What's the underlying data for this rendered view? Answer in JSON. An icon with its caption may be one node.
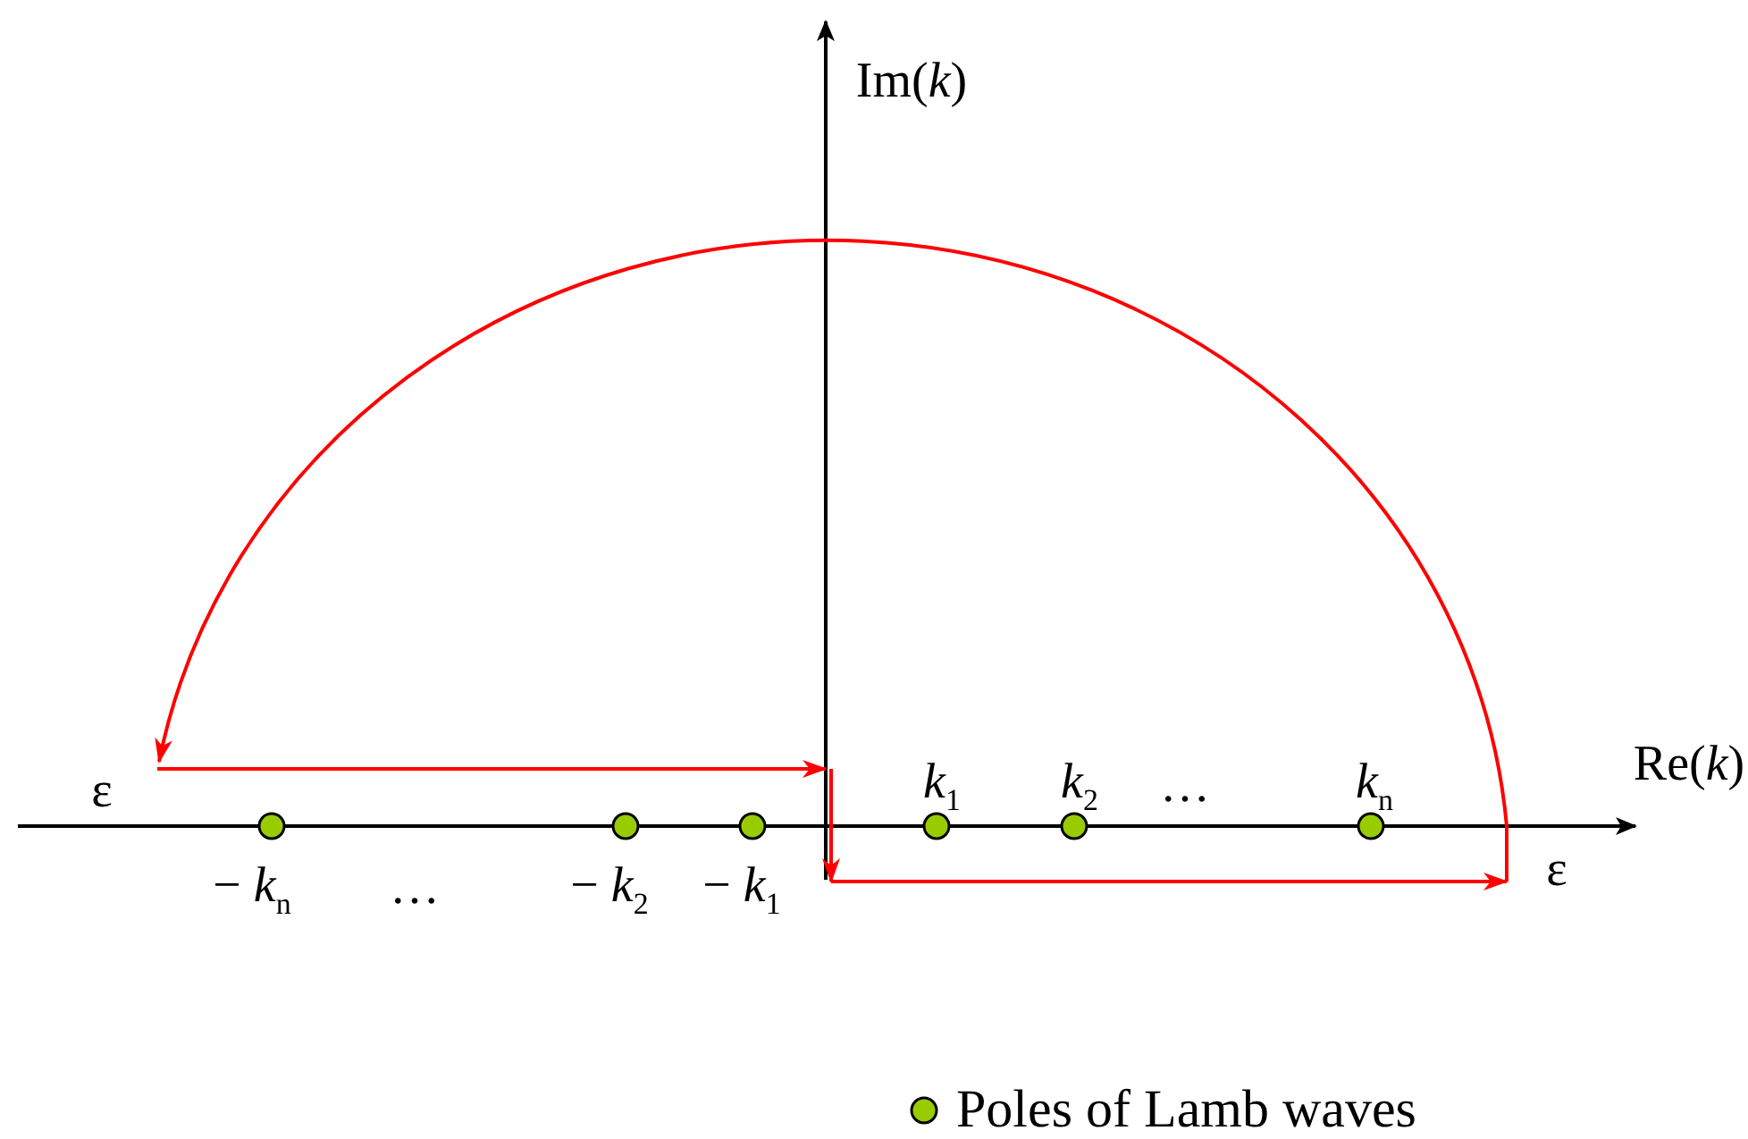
{
  "diagram": {
    "labels": [
      "Im(*k*)",
      "Re(*k*)",
      "ε",
      "*k*$_{1}$",
      "*k*$_{2}$",
      "…",
      "*k*$_{n}$",
      "ε",
      "− *k*$_{n}$",
      "…",
      "− *k*$_{2}$",
      "− *k*$_{1}$"
    ],
    "legend": [
      {
        "text": "Poles of Lamb waves",
        "color": "#99cc00"
      }
    ]
  }
}
